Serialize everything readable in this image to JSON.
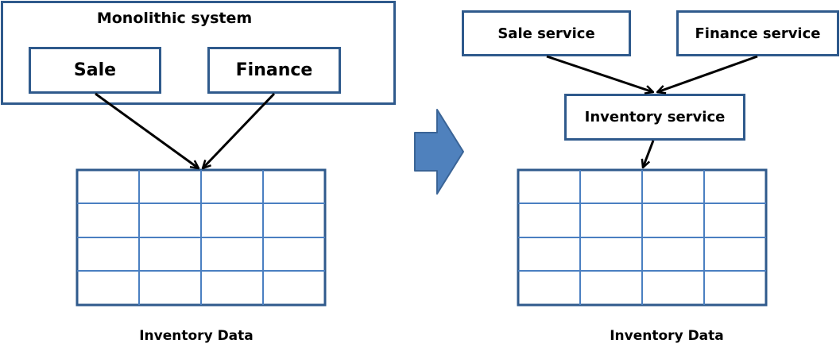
{
  "left": {
    "container_title": "Monolithic system",
    "modules": [
      "Sale",
      "Finance"
    ],
    "data_caption": "Inventory Data"
  },
  "right": {
    "services": [
      "Sale service",
      "Finance service"
    ],
    "central_service": "Inventory service",
    "data_caption": "Inventory Data"
  },
  "table_grid": {
    "rows": 4,
    "columns": 4
  },
  "colors": {
    "box_border": "#2F5A8C",
    "grid_line": "#4A7FC1",
    "arrow": "#000000",
    "transition_arrow_fill": "#4F81BD",
    "transition_arrow_stroke": "#3A6496"
  },
  "icons": {
    "transition": "right-block-arrow-icon"
  }
}
